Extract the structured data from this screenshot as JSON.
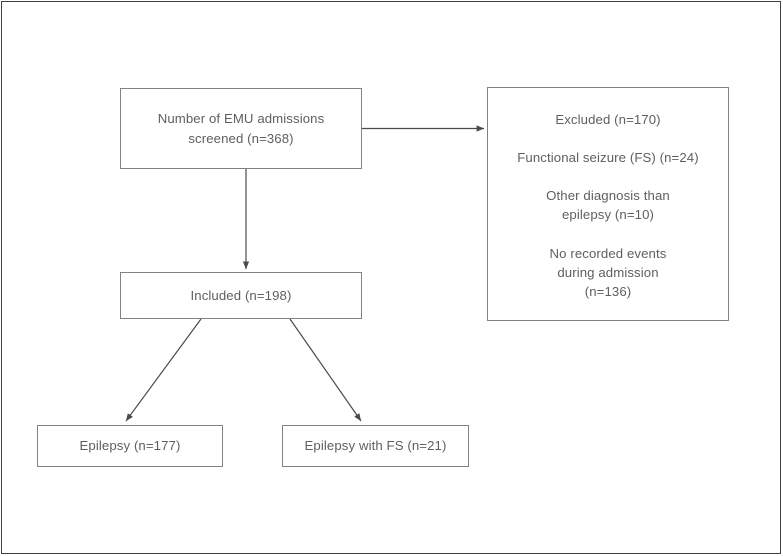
{
  "figure": {
    "kind": "study-flow-diagram",
    "frame_color": "#3f4044",
    "box_border_color": "#808286",
    "text_color": "#5d6063",
    "connector_color": "#4a4b4f",
    "background": "#ffffff"
  },
  "nodes": {
    "screened": {
      "id": "screened",
      "lines": [
        "Number of EMU admissions",
        "screened (n=368)"
      ],
      "count": 368
    },
    "excluded": {
      "id": "excluded",
      "groups": [
        {
          "lines": [
            "Excluded (n=170)"
          ],
          "count": 170
        },
        {
          "lines": [
            "Functional seizure (FS) (n=24)"
          ],
          "count": 24
        },
        {
          "lines": [
            "Other diagnosis than",
            "epilepsy (n=10)"
          ],
          "count": 10
        },
        {
          "lines": [
            "No recorded events",
            "during admission",
            "(n=136)"
          ],
          "count": 136
        }
      ]
    },
    "included": {
      "id": "included",
      "lines": [
        "Included (n=198)"
      ],
      "count": 198
    },
    "epilepsy": {
      "id": "epilepsy",
      "lines": [
        "Epilepsy (n=177)"
      ],
      "count": 177
    },
    "epilepsy_fs": {
      "id": "epilepsy-with-fs",
      "lines": [
        "Epilepsy with FS (n=21)"
      ],
      "count": 21
    }
  },
  "edges": [
    {
      "id": "screened-to-excluded",
      "from": "screened",
      "to": "excluded",
      "direction": "right"
    },
    {
      "id": "screened-to-included",
      "from": "screened",
      "to": "included",
      "direction": "down"
    },
    {
      "id": "included-to-epilepsy",
      "from": "included",
      "to": "epilepsy",
      "direction": "down-left"
    },
    {
      "id": "included-to-epilepsy-fs",
      "from": "included",
      "to": "epilepsy_fs",
      "direction": "down-right"
    }
  ]
}
